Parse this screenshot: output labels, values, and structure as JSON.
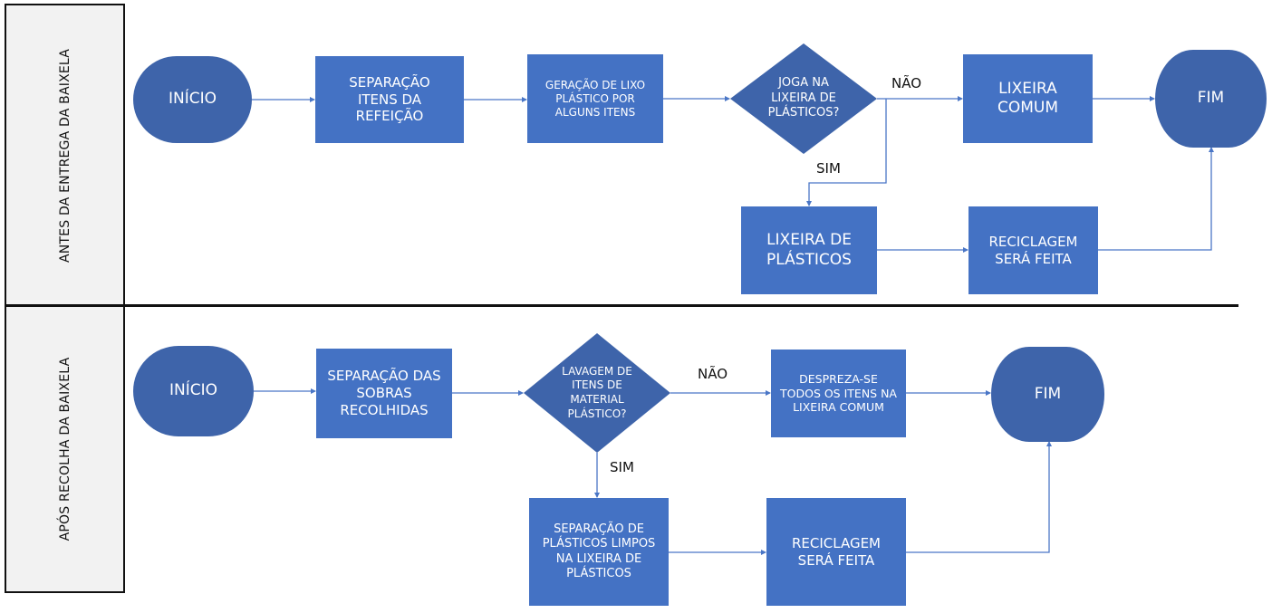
{
  "lanes": [
    {
      "label": "ANTES DA ENTREGA DA BAIXELA",
      "nodes": {
        "start": "INÍCIO",
        "separation": "SEPARAÇÃO ITENS DA REFEIÇÃO",
        "generation": "GERAÇÃO DE LIXO PLÁSTICO POR ALGUNS ITENS",
        "decision": "JOGA NA LIXEIRA DE PLÁSTICOS?",
        "common_bin": "LIXEIRA COMUM",
        "end": "FIM",
        "plastic_bin": "LIXEIRA DE PLÁSTICOS",
        "recycling": "RECICLAGEM SERÁ FEITA"
      },
      "edge_labels": {
        "no": "NÃO",
        "yes": "SIM"
      }
    },
    {
      "label": "APÓS RECOLHA DA BAIXELA",
      "nodes": {
        "start": "INÍCIO",
        "separation": "SEPARAÇÃO DAS SOBRAS RECOLHIDAS",
        "decision": "LAVAGEM DE ITENS DE MATERIAL PLÁSTICO?",
        "discard": "DESPREZA-SE TODOS OS ITENS NA LIXEIRA COMUM",
        "end": "FIM",
        "plastic_separation": "SEPARAÇÃO DE PLÁSTICOS LIMPOS NA LIXEIRA DE PLÁSTICOS",
        "recycling": "RECICLAGEM SERÁ FEITA"
      },
      "edge_labels": {
        "no": "NÃO",
        "yes": "SIM"
      }
    }
  ],
  "colors": {
    "process": "#4472c4",
    "terminal": "#3e64aa",
    "decision": "#3e64aa",
    "connector": "#4a76c6",
    "lane_label_bg": "#f2f2f2"
  }
}
